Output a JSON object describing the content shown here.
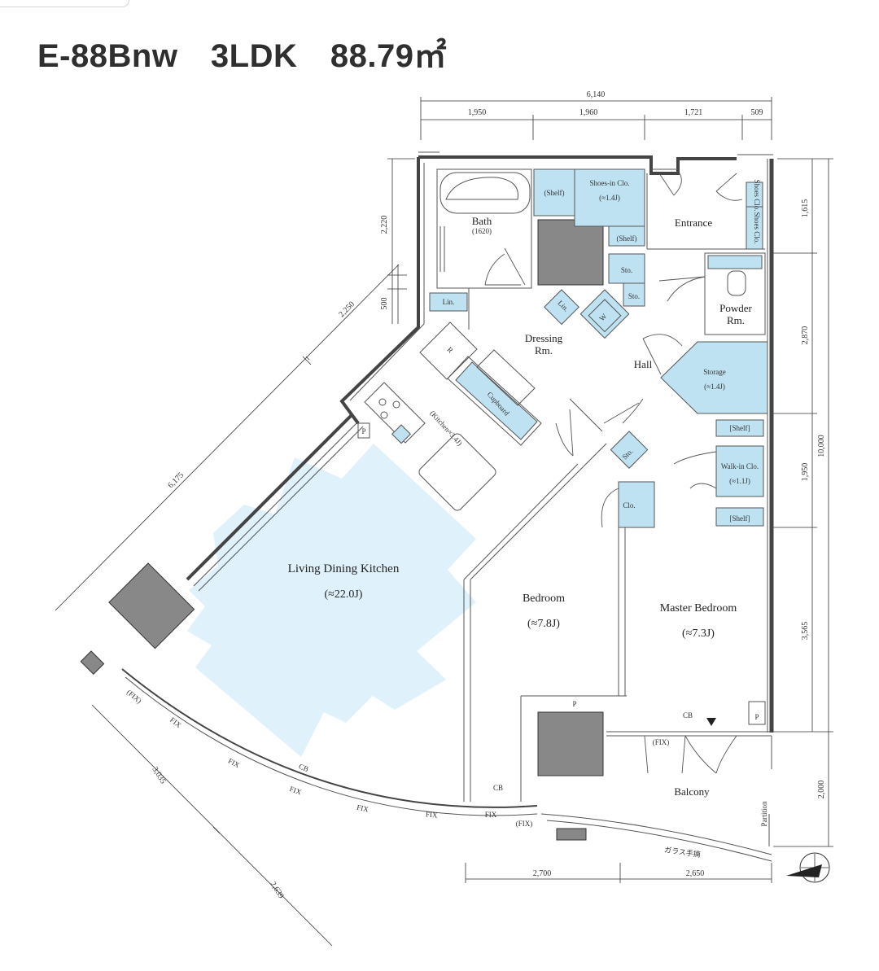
{
  "header": {
    "title": "E-88Bnw　3LDK　88.79㎡"
  },
  "dimensions": {
    "top_total": "6,140",
    "top_segments": [
      "1,950",
      "1,960",
      "1,721",
      "509"
    ],
    "right": [
      "1,615",
      "2,870",
      "1,950",
      "3,565",
      "2,000"
    ],
    "right_total": "10,000",
    "left_short": [
      "2,220",
      "500"
    ],
    "diagonal_top": [
      "2,250",
      "6,175"
    ],
    "diagonal_bottom": [
      "3,035",
      "2,639"
    ],
    "bottom": [
      "2,700",
      "2,650"
    ]
  },
  "rooms": {
    "ldk_name": "Living Dining Kitchen",
    "ldk_size": "(≈22.0J)",
    "bedroom_name": "Bedroom",
    "bedroom_size": "(≈7.8J)",
    "master_name": "Master Bedroom",
    "master_size": "(≈7.3J)",
    "bath": "Bath",
    "bath_size": "(1620)",
    "dressing_1": "Dressing",
    "dressing_2": "Rm.",
    "entrance": "Entrance",
    "powder_1": "Powder",
    "powder_2": "Rm.",
    "hall": "Hall",
    "storage": "Storage",
    "storage_size": "(≈1.4J)",
    "walkin": "Walk-in Clo.",
    "walkin_size": "(≈1.1J)",
    "shoes_in": "Shoes-in Clo.",
    "shoes_in_size": "(≈1.4J)",
    "kitchen": "(Kitchen≈3.4J)",
    "balcony": "Balcony",
    "cupboard": "Cupboard"
  },
  "fixtures": {
    "shelf": "(Shelf)",
    "shelf_b": "[Shelf]",
    "sto": "Sto.",
    "lin": "Lin.",
    "clo": "Clo.",
    "shoes_clo": "Shoes Clo.",
    "shoes_clo2": "Shoes Clo.",
    "p": "P",
    "cb": "CB",
    "fix": "FIX",
    "fix_paren": "(FIX)",
    "r": "R",
    "w": "W",
    "partition": "Partition",
    "glass_rail": "ガラス手摘"
  }
}
